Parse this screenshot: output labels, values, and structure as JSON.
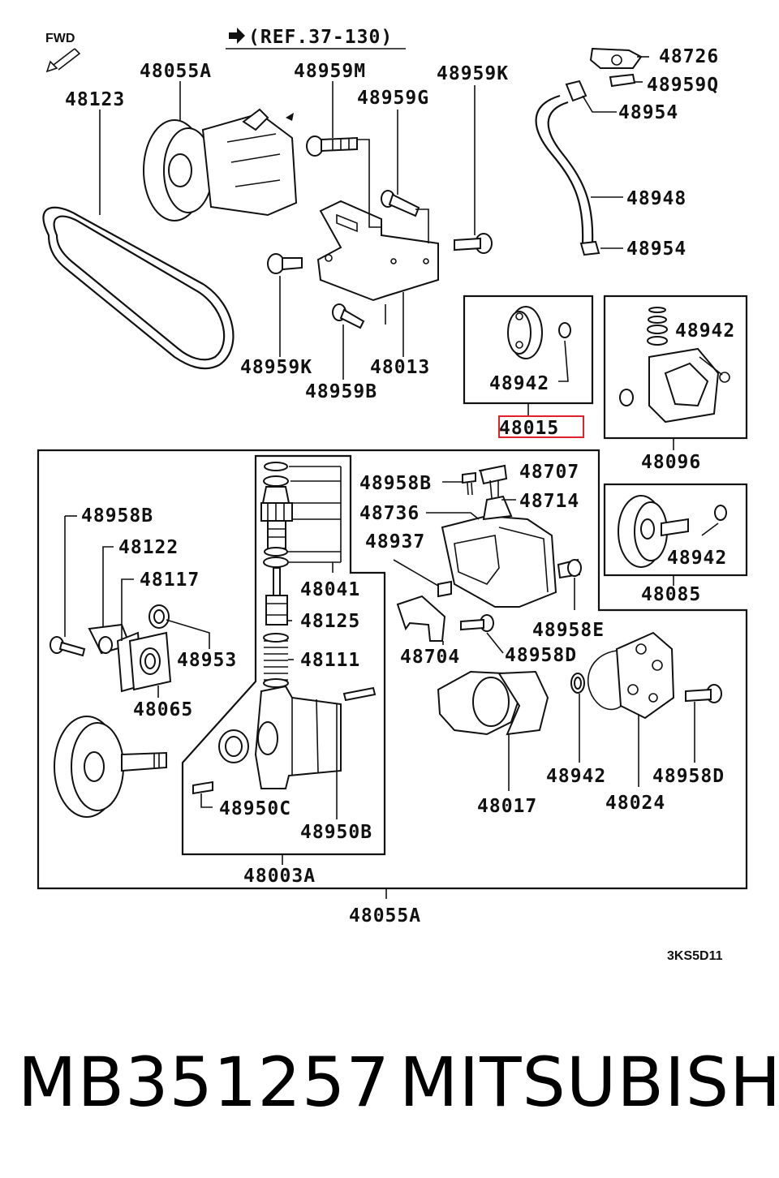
{
  "header": {
    "fwd": "FWD",
    "ref": "(REF.37-130)"
  },
  "labels": {
    "p48055A_top": "48055A",
    "p48959M": "48959M",
    "p48959K_top": "48959K",
    "p48123": "48123",
    "p48959G": "48959G",
    "p48726": "48726",
    "p48959Q": "48959Q",
    "p48954_top": "48954",
    "p48948": "48948",
    "p48954_bot": "48954",
    "p48959K_bot": "48959K",
    "p48013": "48013",
    "p48959B": "48959B",
    "p48942_a": "48942",
    "p48015": "48015",
    "p48942_b": "48942",
    "p48096": "48096",
    "p48707": "48707",
    "p48958B_top": "48958B",
    "p48714": "48714",
    "p48736": "48736",
    "p48937": "48937",
    "p48958B_left": "48958B",
    "p48122": "48122",
    "p48117": "48117",
    "p48041": "48041",
    "p48125": "48125",
    "p48953": "48953",
    "p48111": "48111",
    "p48065": "48065",
    "p48942_c": "48942",
    "p48085": "48085",
    "p48958E": "48958E",
    "p48704": "48704",
    "p48958D_mid": "48958D",
    "p48942_d": "48942",
    "p48958D_right": "48958D",
    "p48017": "48017",
    "p48024": "48024",
    "p48950C": "48950C",
    "p48950B": "48950B",
    "p48003A": "48003A",
    "p48055A_bot": "48055A",
    "code": "3KS5D11"
  },
  "highlight_color": "#e0202a",
  "footer": {
    "part_number": "MB351257",
    "brand": "MITSUBISHI"
  }
}
